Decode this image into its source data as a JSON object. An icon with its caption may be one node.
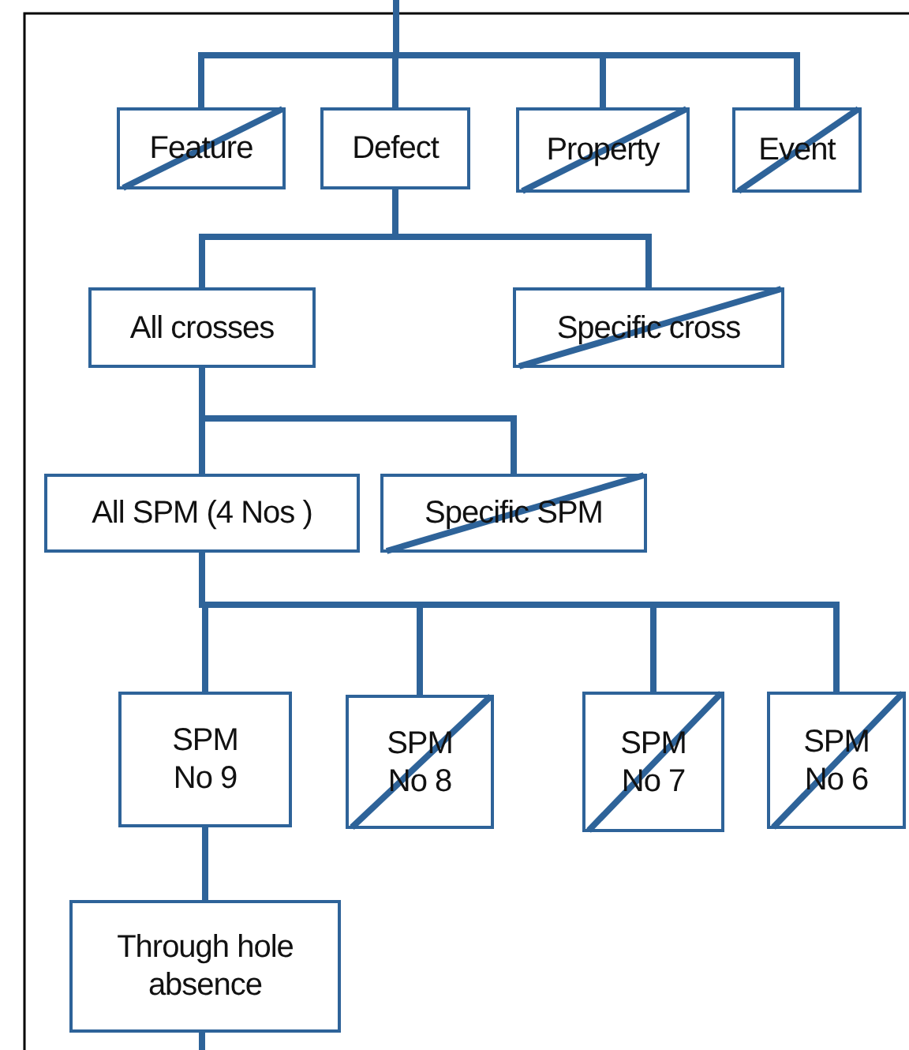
{
  "diagram": {
    "nodes": [
      {
        "text": [
          "Feature"
        ]
      },
      {
        "text": [
          "Defect"
        ]
      },
      {
        "text": [
          "Property"
        ]
      },
      {
        "text": [
          "Event"
        ]
      },
      {
        "text": [
          "All crosses"
        ]
      },
      {
        "text": [
          "Specific cross"
        ]
      },
      {
        "text": [
          "All SPM (4 Nos )"
        ]
      },
      {
        "text": [
          "Specific SPM"
        ]
      },
      {
        "text": [
          "SPM No 9"
        ]
      },
      {
        "text": [
          "SPM No 8"
        ]
      },
      {
        "text": [
          "SPM No 7"
        ]
      },
      {
        "text": [
          "SPM No 6"
        ]
      },
      {
        "text": [
          "Through hole absence"
        ]
      }
    ],
    "edges": [
      {
        "from": null,
        "to": 0,
        "arrow": "none"
      },
      {
        "from": null,
        "to": 1,
        "arrow": "none"
      },
      {
        "from": null,
        "to": 2,
        "arrow": "none"
      },
      {
        "from": null,
        "to": 3,
        "arrow": "none"
      },
      {
        "from": 1,
        "to": 4,
        "arrow": "none"
      },
      {
        "from": 1,
        "to": 5,
        "arrow": "none"
      },
      {
        "from": 4,
        "to": 6,
        "arrow": "none"
      },
      {
        "from": 4,
        "to": 7,
        "arrow": "none"
      },
      {
        "from": 6,
        "to": 8,
        "arrow": "none"
      },
      {
        "from": 6,
        "to": 9,
        "arrow": "none"
      },
      {
        "from": 6,
        "to": 10,
        "arrow": "none"
      },
      {
        "from": 6,
        "to": 11,
        "arrow": "none"
      },
      {
        "from": 8,
        "to": 12,
        "arrow": "none"
      },
      {
        "from": 12,
        "to": null,
        "arrow": "none"
      }
    ]
  }
}
